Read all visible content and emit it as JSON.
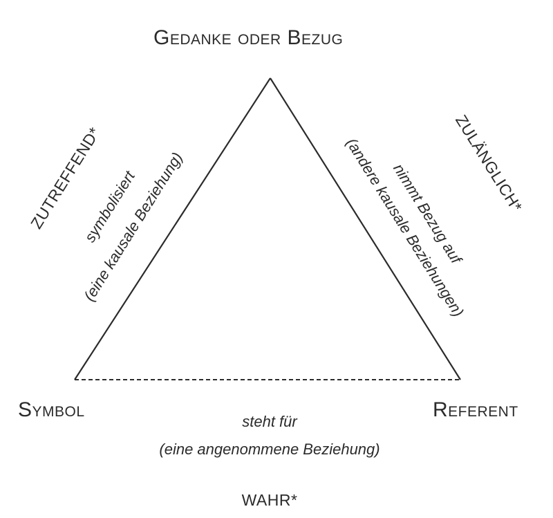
{
  "vertices": {
    "top": "Gedanke oder Bezug",
    "left": "Symbol",
    "right": "Referent"
  },
  "left_side": {
    "relation": "symbolisiert",
    "relation_note": "(eine kausale Beziehung)",
    "quality": "ZUTREFFEND*"
  },
  "right_side": {
    "relation": "nimmt Bezug auf",
    "relation_note": "(andere kausale Beziehungen)",
    "quality": "ZULÄNGLICH*"
  },
  "base": {
    "relation": "steht für",
    "relation_note": "(eine angenommene Beziehung)",
    "quality": "WAHR*"
  },
  "colors": {
    "line": "#2b2b2b",
    "text": "#2b2b2b",
    "background": "#ffffff"
  }
}
